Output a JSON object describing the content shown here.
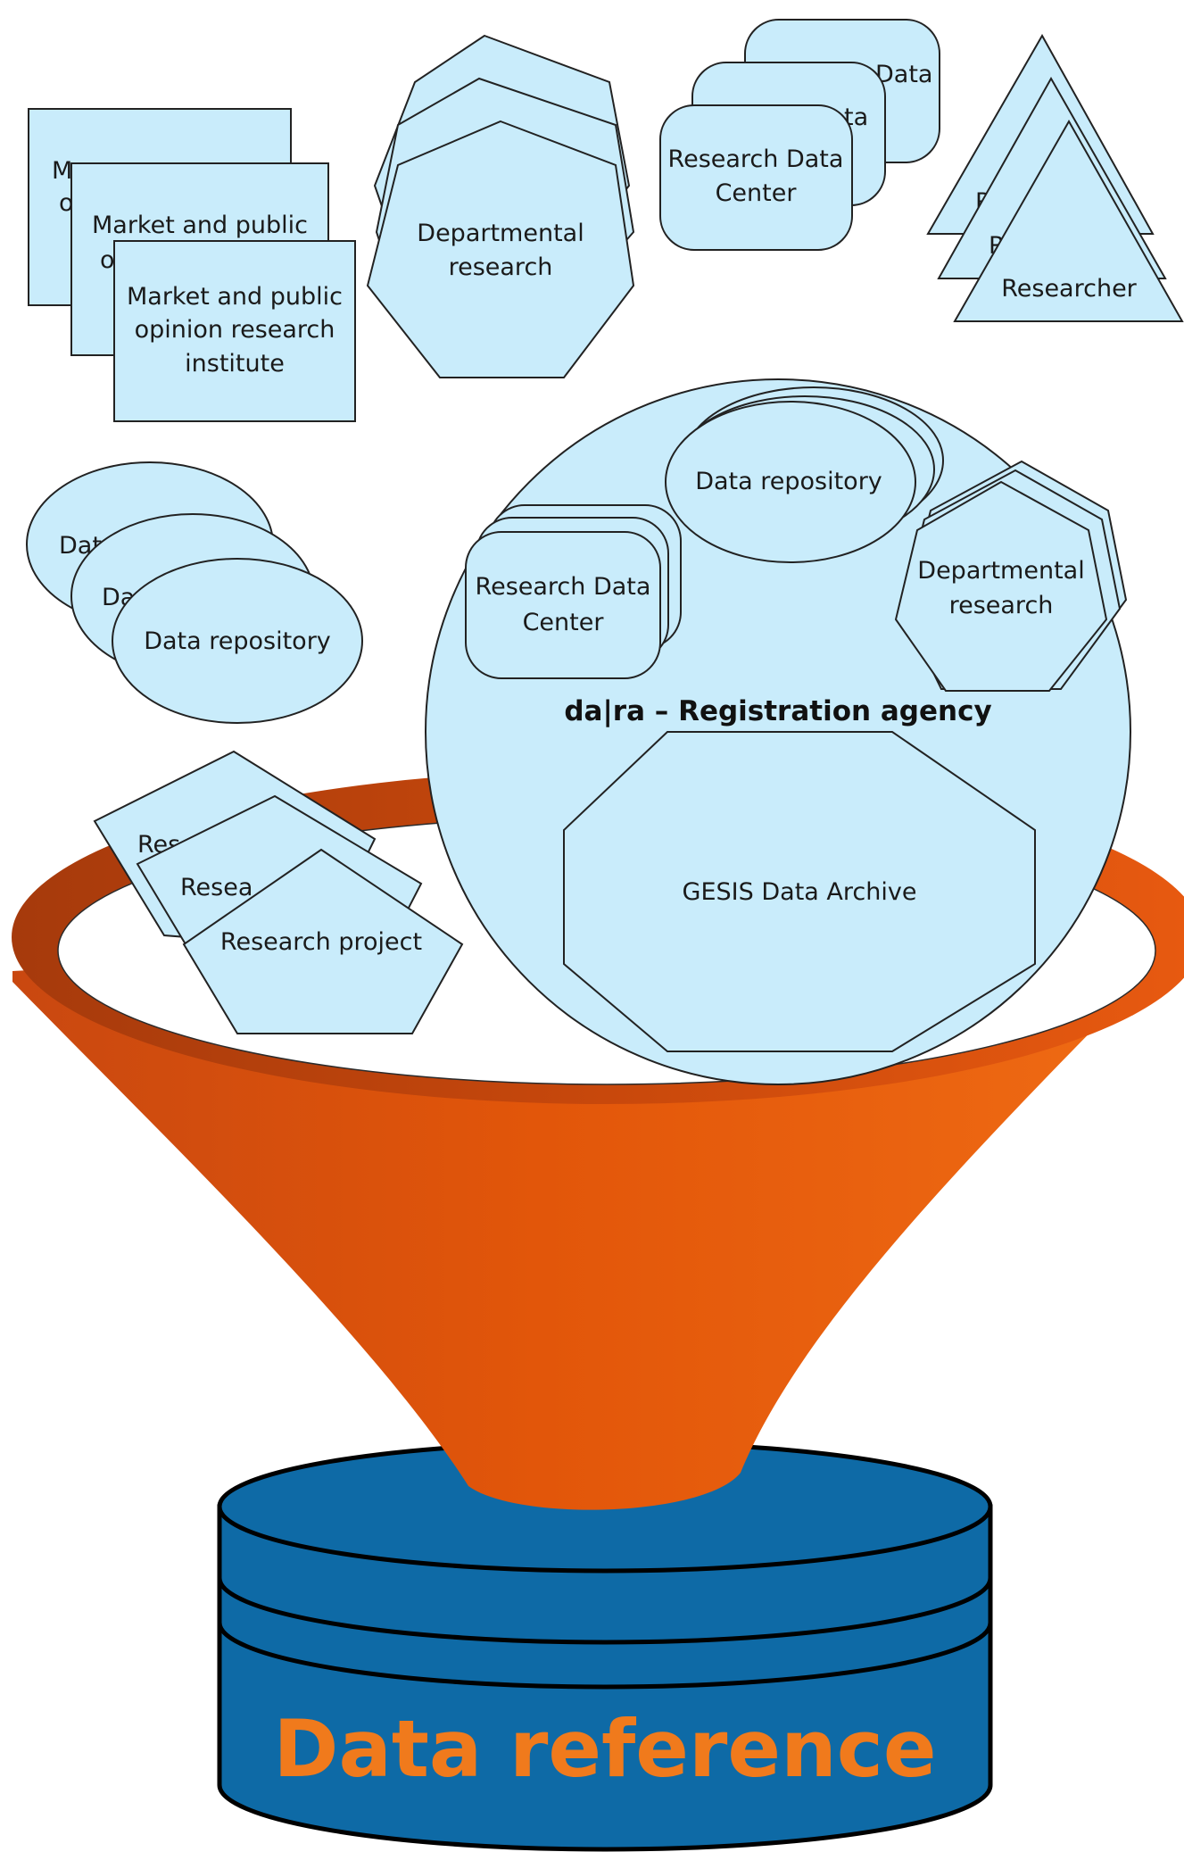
{
  "colors": {
    "shape_fill": "#c9ecfb",
    "funnel_orange": "#e85a10",
    "funnel_dark": "#b93e0c",
    "database_blue": "#0e6aa6",
    "database_title_color": "#f07a1c"
  },
  "market_group": {
    "back_label": "Market and public opinion research institute",
    "mid_label": "Market and public opinion research institute",
    "front_line1": "Market and public",
    "front_line2": "opinion research",
    "front_line3": "institute"
  },
  "departmental_group": {
    "front_line1": "Departmental",
    "front_line2": "research"
  },
  "rdc_group": {
    "back_fragment": "Data",
    "mid_fragment": "ta",
    "front_line1": "Research Data",
    "front_line2": "Center"
  },
  "researcher_group": {
    "back_fragment": "R",
    "mid_fragment": "R",
    "front_label": "Researcher"
  },
  "repository_group": {
    "back_fragment": "Dat",
    "mid_fragment": "Da",
    "front_label": "Data repository"
  },
  "project_group": {
    "back_fragment": "Res",
    "mid_fragment": "Resea",
    "front_label": "Research project"
  },
  "agency": {
    "title": "da|ra – Registration agency",
    "repository_label": "Data repository",
    "rdc_line1": "Research Data",
    "rdc_line2": "Center",
    "dept_line1": "Departmental",
    "dept_line2": "research",
    "archive_label": "GESIS Data Archive"
  },
  "database": {
    "title": "Data reference"
  }
}
